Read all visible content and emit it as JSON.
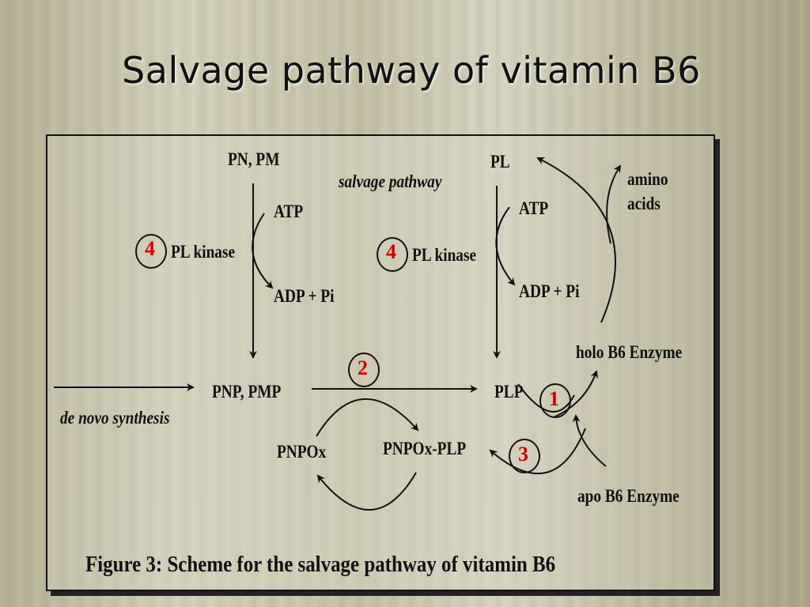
{
  "slide": {
    "title": "Salvage pathway of vitamin B6"
  },
  "diagram": {
    "pn_pm": "PN, PM",
    "pl": "PL",
    "salvage_pathway": "salvage pathway",
    "atp_left": "ATP",
    "atp_right": "ATP",
    "adp_left": "ADP + Pi",
    "adp_right": "ADP + Pi",
    "pl_kinase_left": "PL kinase",
    "pl_kinase_right": "PL kinase",
    "amino_acids_line1": "amino",
    "amino_acids_line2": "acids",
    "holo_enzyme": "holo B6 Enzyme",
    "apo_enzyme": "apo B6 Enzyme",
    "pnp_pmp": "PNP, PMP",
    "plp": "PLP",
    "de_novo": "de novo synthesis",
    "pnpox": "PNPOx",
    "pnpox_plp": "PNPOx-PLP",
    "step_kinase_left": "4",
    "step_kinase_right": "4",
    "step_oxidase": "2",
    "step_enzyme_bind": "1",
    "step_enzyme_release": "3"
  },
  "caption": "Figure 3: Scheme for the salvage pathway of vitamin B6",
  "colors": {
    "step_number": "#d10000",
    "text": "#111111",
    "background": "#c9c6ab"
  }
}
